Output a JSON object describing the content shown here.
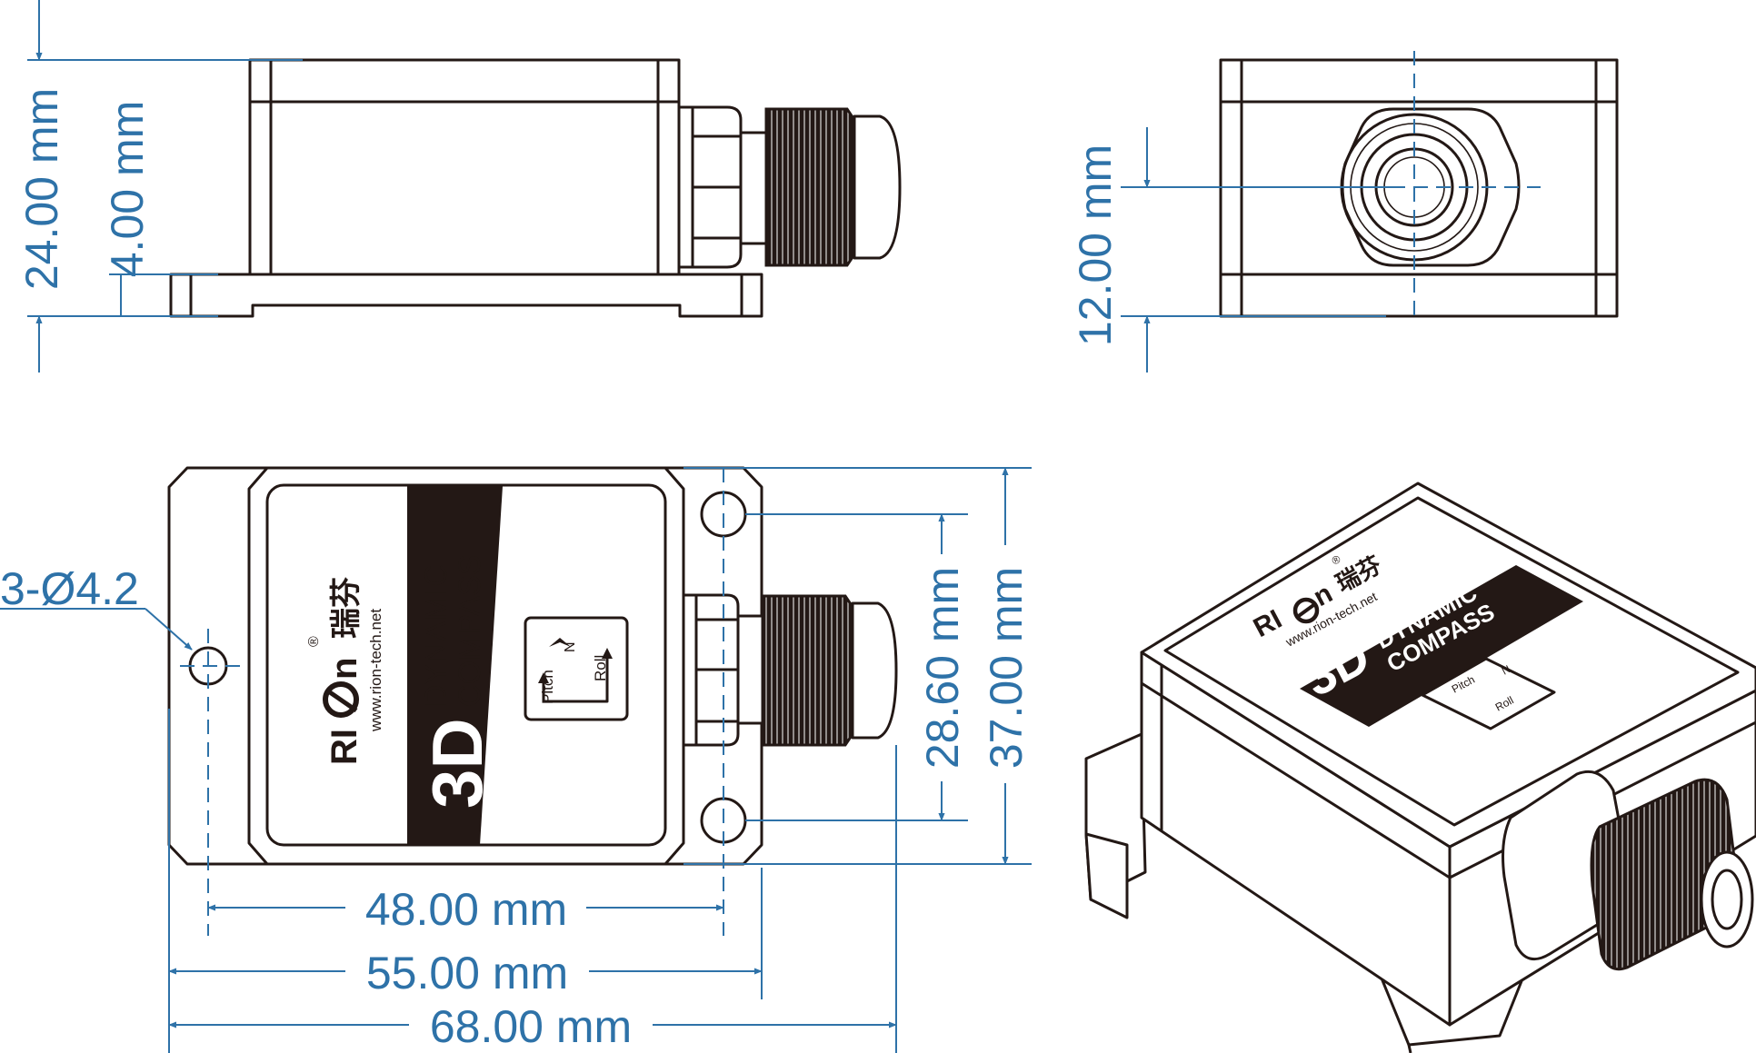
{
  "dimensions": {
    "side_total_height": "24.00 mm",
    "side_base_height": "4.00 mm",
    "front_center_height": "12.00 mm",
    "top_hole_spacing_y": "28.60 mm",
    "top_total_height": "37.00 mm",
    "top_hole_spacing_x": "48.00 mm",
    "top_body_width": "55.00 mm",
    "top_total_width": "68.00 mm",
    "holes": "3-Ø4.2"
  },
  "label": {
    "brand": "RI",
    "brand_mid": "n",
    "brand_cn": "瑞芬",
    "registered": "®",
    "website": "www.rion-tech.net",
    "band_big": "3D",
    "band_line1": "DYNAMIC",
    "band_line2": "COMPASS",
    "axis_pitch": "Pitch",
    "axis_north": "N",
    "axis_roll": "Roll"
  },
  "colors": {
    "dimension": "#2e72a8",
    "outline": "#231815",
    "band": "#231815"
  }
}
